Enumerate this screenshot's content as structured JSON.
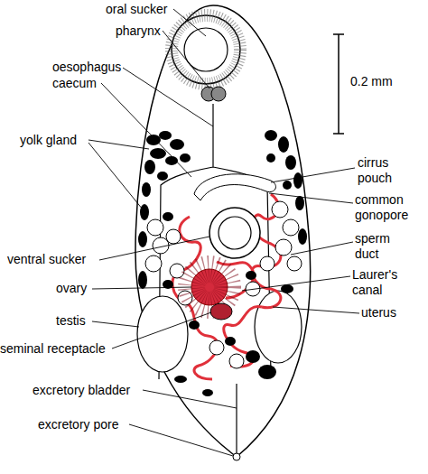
{
  "diagram": {
    "labels": [
      "oral sucker",
      "pharynx",
      "oesophagus",
      "caecum",
      "yolk gland",
      "ventral sucker",
      "ovary",
      "testis",
      "seminal receptacle",
      "excretory bladder",
      "excretory pore",
      "0.2 mm",
      "cirrus pouch",
      "common gonopore",
      "sperm duct",
      "Laurer's canal",
      "uterus"
    ]
  }
}
